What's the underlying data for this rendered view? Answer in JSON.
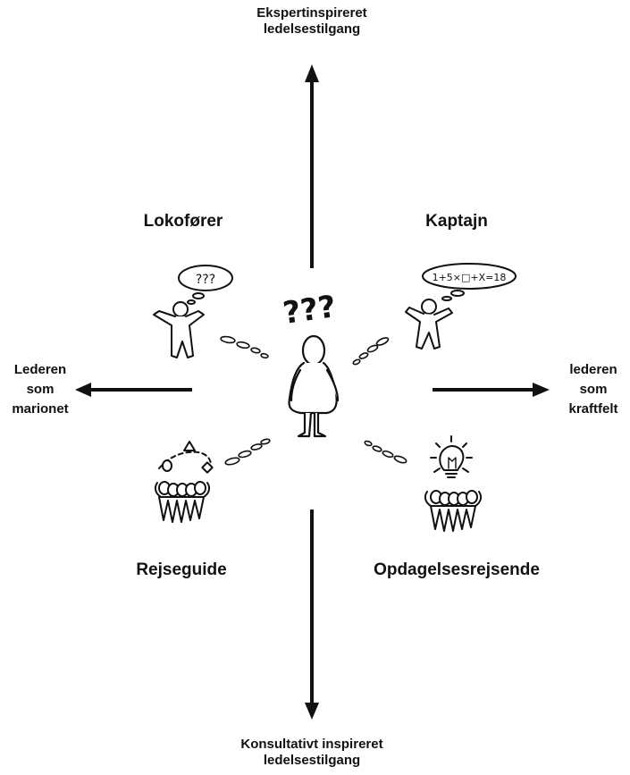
{
  "axes": {
    "top": {
      "lines": [
        "Ekspertinspireret",
        "ledelsestilgang"
      ]
    },
    "bottom": {
      "lines": [
        "Konsultativt inspireret",
        "ledelsestilgang"
      ]
    },
    "left": {
      "lines": [
        "Lederen",
        "som",
        "marionet"
      ]
    },
    "right": {
      "lines": [
        "lederen",
        "som",
        "kraftfelt"
      ]
    }
  },
  "roles": {
    "top_left": "Lokofører",
    "top_right": "Kaptajn",
    "bottom_left": "Rejseguide",
    "bottom_right": "Opdagelsesrejsende"
  },
  "center": {
    "thought": "???"
  },
  "thoughts": {
    "top_left": "???",
    "top_right": "1+5×□+X=18"
  },
  "icons": {
    "center_figure": "person-question-icon",
    "top_left": "person-thinking-icon",
    "top_right": "person-calculating-icon",
    "bottom_left": "group-shapes-icon",
    "bottom_right": "group-lightbulb-icon"
  },
  "colors": {
    "ink": "#111111",
    "background": "#ffffff"
  }
}
